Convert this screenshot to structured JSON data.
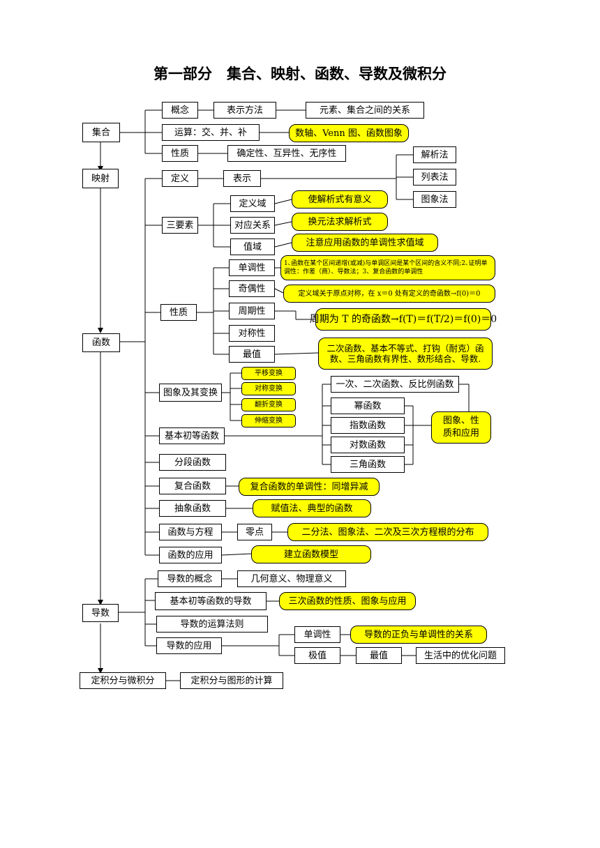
{
  "title": "第一部分　集合、映射、函数、导数及微积分",
  "nodes": {
    "jihe": "集合",
    "gainian": "概念",
    "biaoshifangfa": "表示方法",
    "yuansu_guanxi": "元素、集合之间的关系",
    "yunsuan": "运算：交、并、补",
    "shuzhou": "数轴、Venn 图、函数图象",
    "xingzhi_set": "性质",
    "quedingxing": "确定性、互异性、无序性",
    "yingshe": "映射",
    "dingyi": "定义",
    "biaoshi": "表示",
    "jiexifa": "解析法",
    "liebiaofa": "列表法",
    "tuxiangfa": "图象法",
    "sanyaosu": "三要素",
    "dingyiyu": "定义域",
    "dingyiyu_note": "使解析式有意义",
    "duiying": "对应关系",
    "duiying_note": "换元法求解析式",
    "zhiyu": "值域",
    "zhiyu_note": "注意应用函数的单调性求值域",
    "xingzhi_fn": "性质",
    "dandiao": "单调性",
    "dandiao_note": "1､函数在某个区间递增(或减)与单调区间是某个区间的含义不同;2､证明单调性：作差（商）、导数法；3、复合函数的单调性",
    "jiou": "奇偶性",
    "jiou_note": "定义域关于原点对称，在 x＝0 处有定义的奇函数→f(0)＝0",
    "zhouqi": "周期性",
    "zhouqi_note": "周期为 T 的奇函数→f(T)＝f(T/2)＝f(0)＝0",
    "duichen": "对称性",
    "zuizhi": "最值",
    "zuizhi_note": "二次函数、基本不等式、打钩（耐克）函数、三角函数有界性、数形结合、导数.",
    "hanshu": "函数",
    "tuxiang_bianhuan": "图象及其变换",
    "pingyi": "平移变换",
    "duichen_bh": "对称变换",
    "fanzhe": "翻折变换",
    "shensuo": "伸缩变换",
    "jiben_chudeng": "基本初等函数",
    "yici_erci": "一次、二次函数、反比例函数",
    "mihanshu": "幂函数",
    "zhishu": "指数函数",
    "duishu": "对数函数",
    "sanjiao": "三角函数",
    "tuxiang_xingzhi": "图象、性质和应用",
    "fenduan": "分段函数",
    "fuhe": "复合函数",
    "fuhe_note": "复合函数的单调性：同增异减",
    "chouxiang": "抽象函数",
    "chouxiang_note": "赋值法、典型的函数",
    "hanshu_fangcheng": "函数与方程",
    "lingdian": "零点",
    "lingdian_note": "二分法、图象法、二次及三次方程根的分布",
    "hanshu_yingyong": "函数的应用",
    "hanshu_yingyong_note": "建立函数模型",
    "daoshu": "导数",
    "daoshu_gainian": "导数的概念",
    "jihe_yiyi": "几何意义、物理意义",
    "jiben_daoshu": "基本初等函数的导数",
    "jiben_daoshu_note": "三次函数的性质、图象与应用",
    "yunsuan_faze": "导数的运算法则",
    "daoshu_yingyong": "导数的应用",
    "dandiao_d": "单调性",
    "dandiao_d_note": "导数的正负与单调性的关系",
    "jizhi": "极值",
    "zuizhi_d": "最值",
    "youhua": "生活中的优化问题",
    "dingjifen": "定积分与微积分",
    "dingjifen_tuxing": "定积分与图形的计算"
  }
}
